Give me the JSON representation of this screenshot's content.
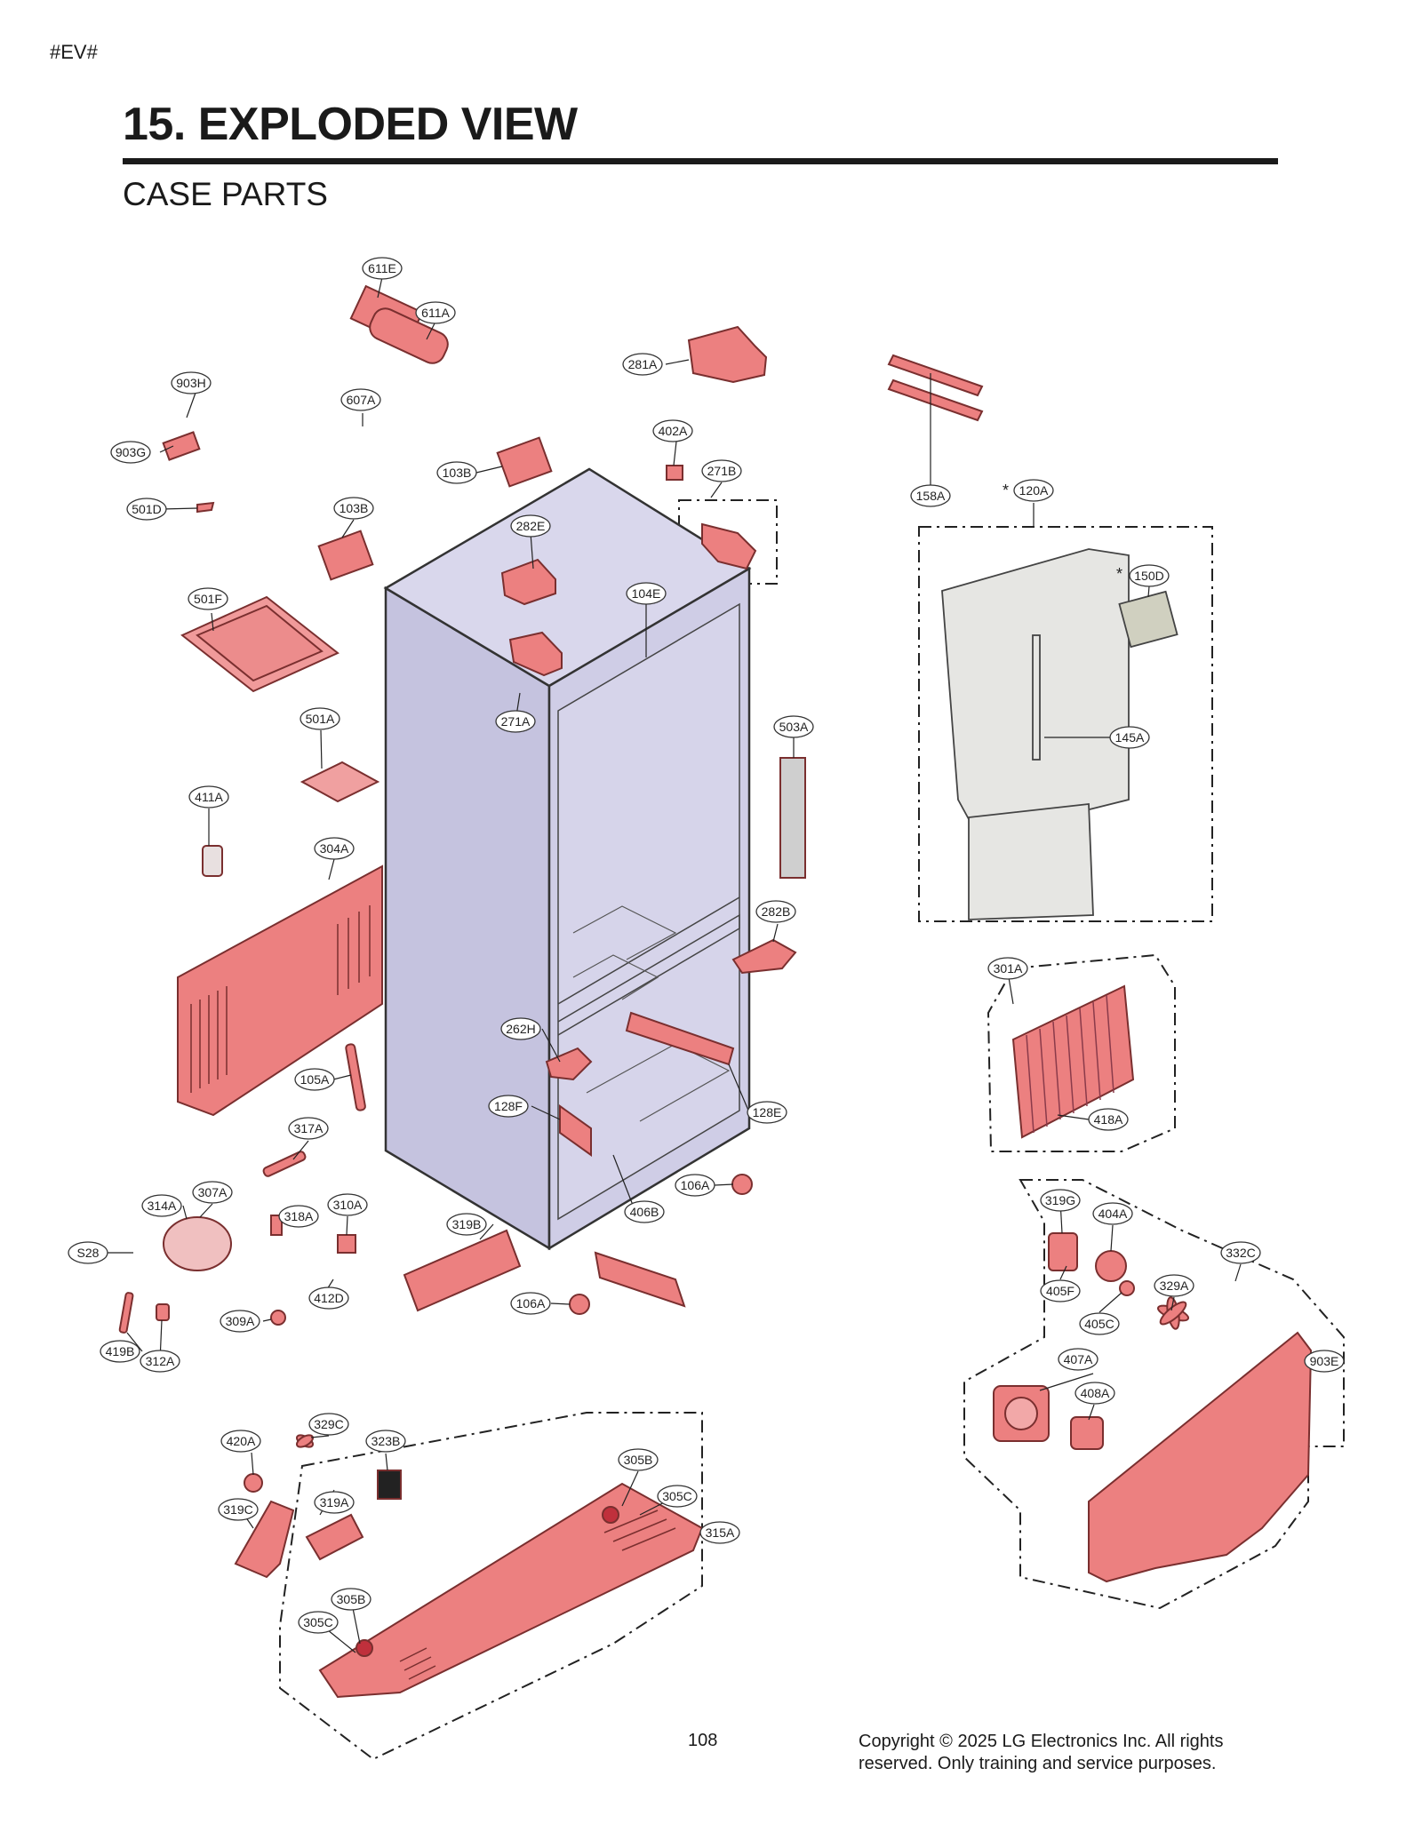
{
  "header": {
    "tag": "#EV#",
    "title": "15. EXPLODED VIEW",
    "subtitle": "CASE PARTS"
  },
  "colors": {
    "part_fill": "#ec8080",
    "part_stroke": "#7a2f2f",
    "cabinet_fill": "#cfcde6",
    "line": "#222222"
  },
  "callouts": [
    "611E",
    "611A",
    "903H",
    "607A",
    "281A",
    "903G",
    "402A",
    "103B",
    "271B",
    "501D",
    "103B",
    "282E",
    "158A",
    "120A",
    "104E",
    "150D",
    "501F",
    "271A",
    "501A",
    "503A",
    "145A",
    "411A",
    "304A",
    "282B",
    "301A",
    "262H",
    "105A",
    "128F",
    "128E",
    "418A",
    "317A",
    "106A",
    "314A",
    "307A",
    "318A",
    "310A",
    "319B",
    "406B",
    "319G",
    "404A",
    "332C",
    "S28",
    "412D",
    "106A",
    "329A",
    "405F",
    "405C",
    "309A",
    "419B",
    "312A",
    "407A",
    "903E",
    "408A",
    "329C",
    "420A",
    "323B",
    "305B",
    "319A",
    "305C",
    "319C",
    "315A",
    "305B",
    "305C"
  ],
  "markers": [
    "*",
    "*"
  ],
  "footer": {
    "page_number": "108",
    "copyright_line1": "Copyright © 2025 LG Electronics Inc. All rights",
    "copyright_line2": "reserved. Only training and service purposes."
  }
}
